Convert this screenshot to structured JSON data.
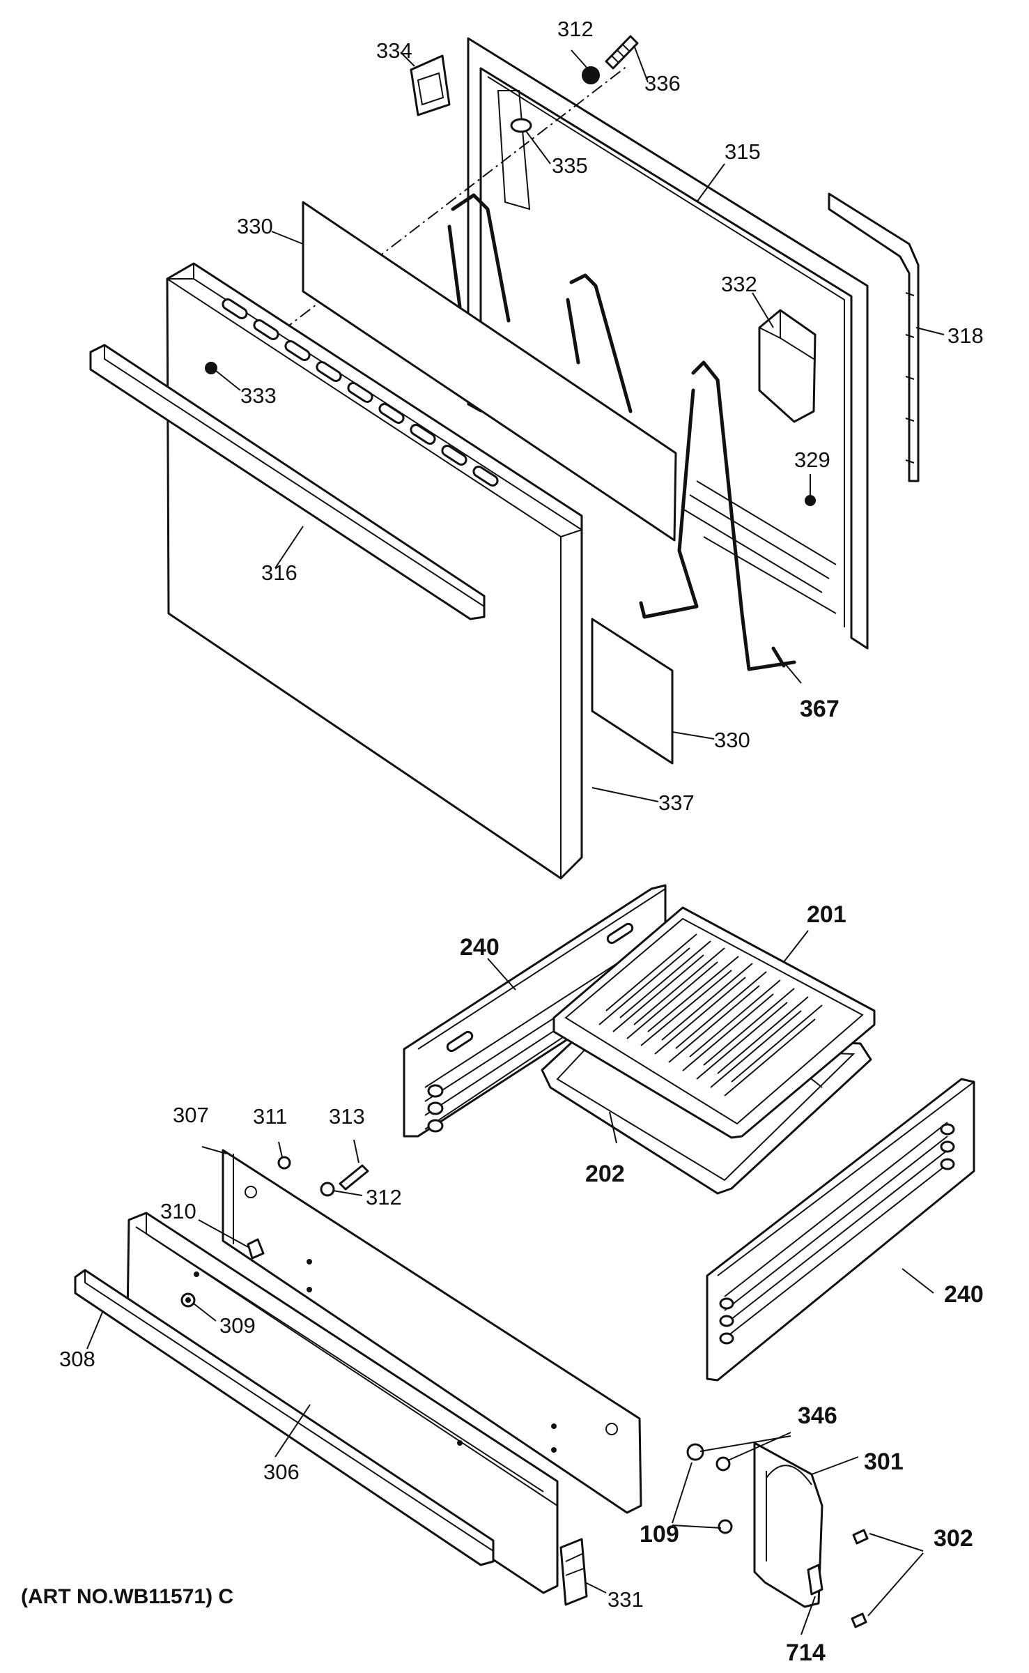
{
  "diagram": {
    "caption": "(ART NO.WB11571) C",
    "labels": {
      "l334": "334",
      "l312a": "312",
      "l336": "336",
      "l335": "335",
      "l315": "315",
      "l330a": "330",
      "l318": "318",
      "l332": "332",
      "l333": "333",
      "l329": "329",
      "l316": "316",
      "l367": "367",
      "l330b": "330",
      "l337": "337",
      "l240a": "240",
      "l201": "201",
      "l202": "202",
      "l307": "307",
      "l311": "311",
      "l313": "313",
      "l312b": "312",
      "l310": "310",
      "l309": "309",
      "l308": "308",
      "l240b": "240",
      "l306": "306",
      "l346": "346",
      "l301": "301",
      "l109": "109",
      "l302": "302",
      "l331": "331",
      "l714": "714"
    }
  }
}
